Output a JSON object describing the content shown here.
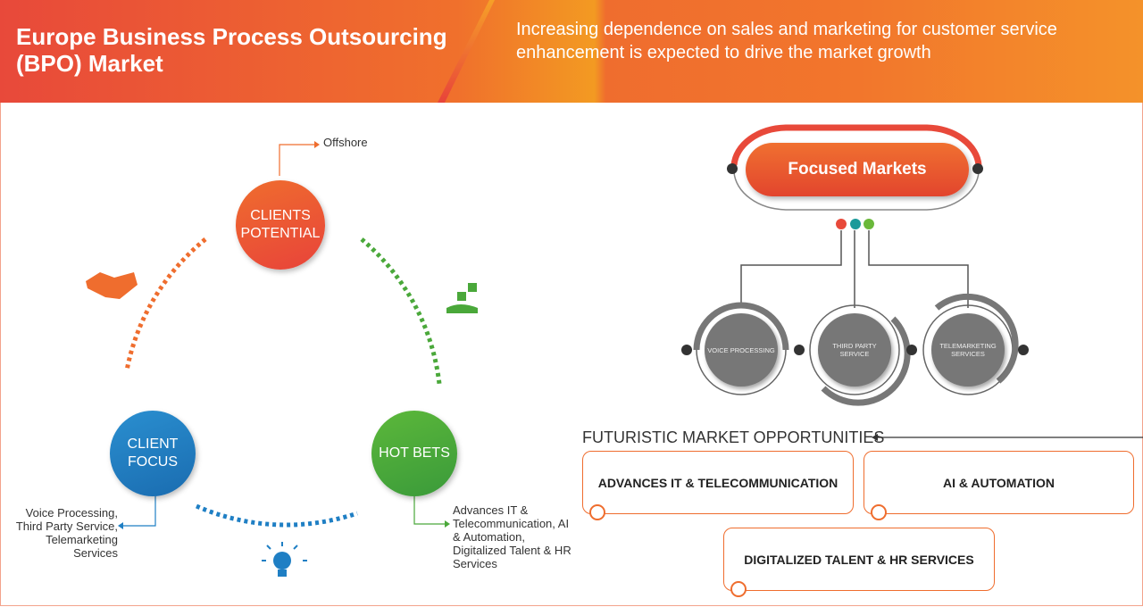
{
  "header": {
    "title": "Europe Business Process Outsourcing (BPO) Market",
    "subtitle": "Increasing dependence on sales and marketing for customer service enhancement is expected to drive the market growth"
  },
  "cycle": {
    "clients_potential": "CLIENTS POTENTIAL",
    "offshore": "Offshore",
    "client_focus": "CLIENT FOCUS",
    "client_focus_items": "Voice Processing, Third Party Service, Telemarketing Services",
    "hot_bets": "HOT BETS",
    "hot_bets_items": "Advances IT & Telecommunication, AI & Automation, Digitalized Talent & HR Services"
  },
  "focused": {
    "title": "Focused Markets",
    "items": [
      "VOICE PROCESSING",
      "THIRD PARTY SERVICE",
      "TELEMARKETING SERVICES"
    ]
  },
  "futuristic": {
    "title": "FUTURISTIC MARKET OPPORTUNITIES",
    "items": [
      "ADVANCES IT & TELECOMMUNICATION",
      "AI & AUTOMATION",
      "DIGITALIZED TALENT & HR SERVICES"
    ]
  },
  "colors": {
    "orange": "#ef6d2e",
    "blue": "#1f7fc4",
    "green": "#4aa83a",
    "gray": "#777777"
  }
}
